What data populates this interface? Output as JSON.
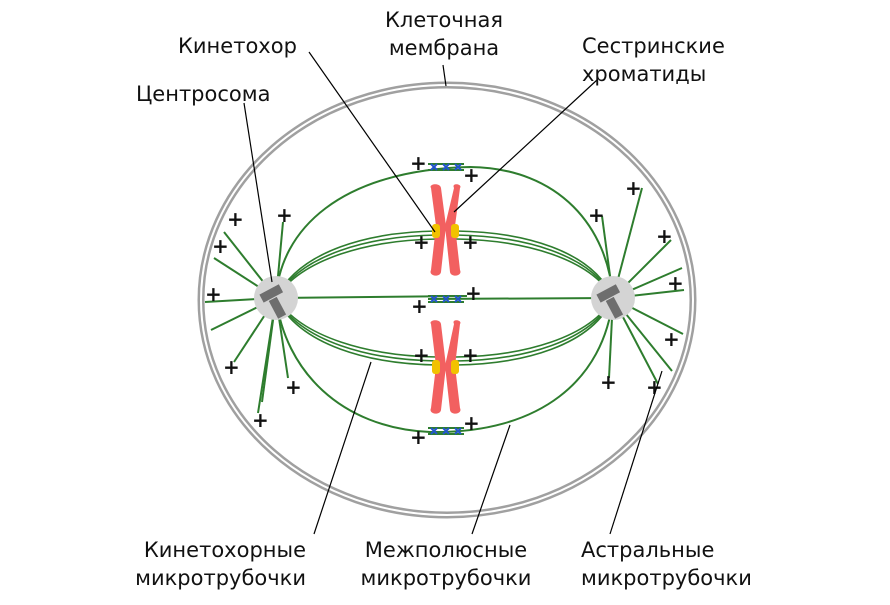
{
  "labels": {
    "membrane": {
      "line1": "Клеточная",
      "line2": "мембрана"
    },
    "kinetochore": "Кинетохор",
    "centrosome": "Центросома",
    "sister_chromatids": {
      "line1": "Сестринские",
      "line2": "хроматиды"
    },
    "kinetochore_mt": {
      "line1": "Кинетохорные",
      "line2": "микротрубочки"
    },
    "interpolar_mt": {
      "line1": "Межполюсные",
      "line2": "микротрубочки"
    },
    "astral_mt": {
      "line1": "Астральные",
      "line2": "микротрубочки"
    }
  },
  "plus_end_symbol": "+",
  "colors": {
    "membrane": "#a0a0a0",
    "microtubule": "#2e7d2e",
    "chromosome": "#f26060",
    "kinetochore": "#f2c200",
    "overlap_cross": "#2255cc",
    "centrosome_body": "#d4d4d4",
    "centriole": "#6e6e6e",
    "leader_line": "#000000"
  }
}
